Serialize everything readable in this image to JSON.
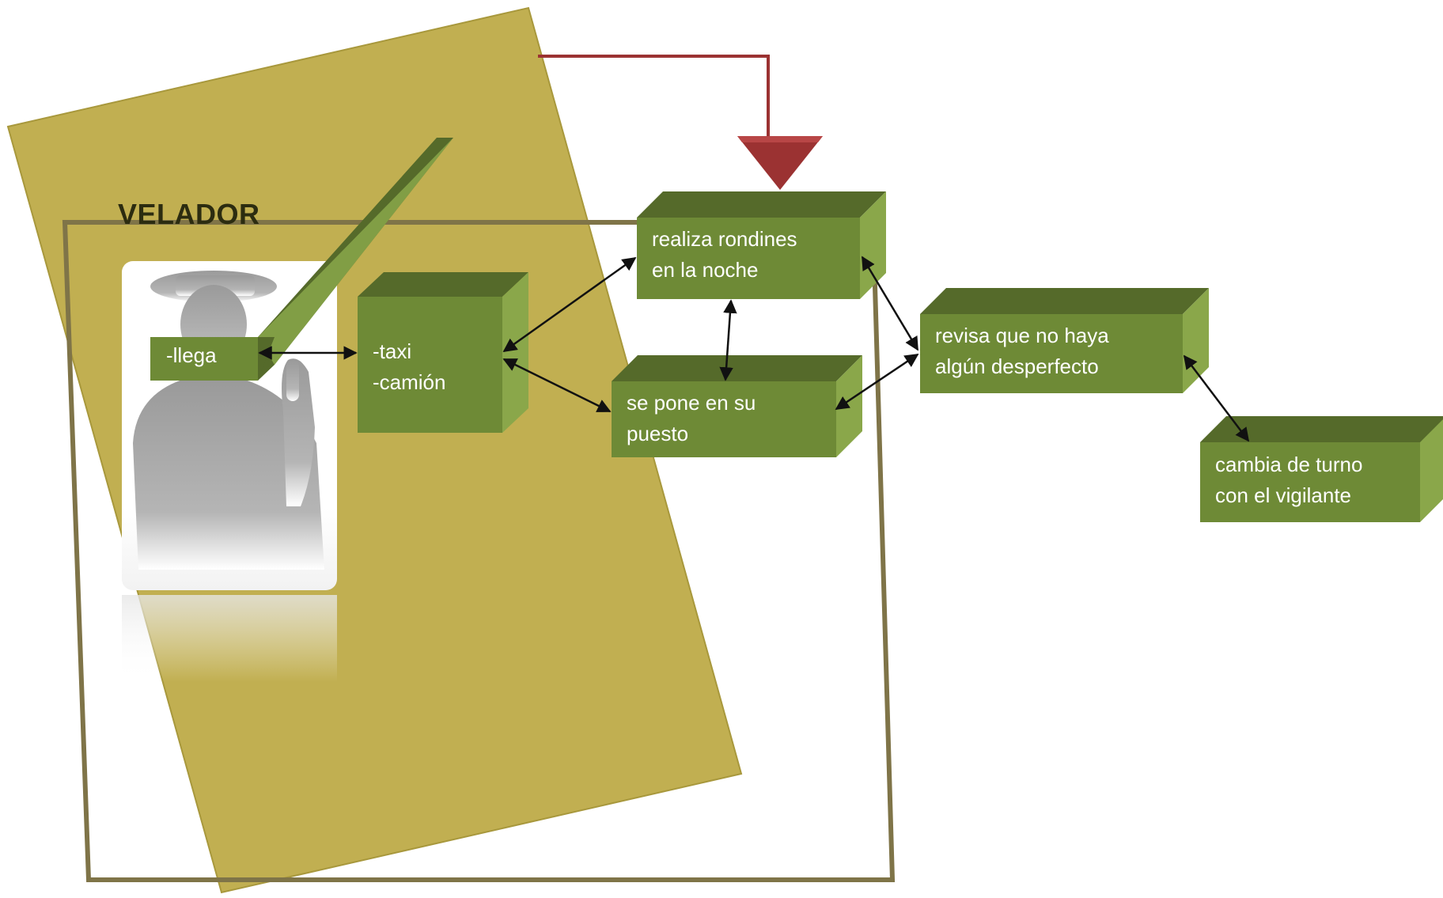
{
  "diagram": {
    "title": "VELADOR",
    "boxes": {
      "llega": "-llega",
      "transporte": "-taxi\n-camión",
      "rondines": "realiza rondines\nen la noche",
      "puesto": "se pone en su\npuesto",
      "revisa": "revisa que no haya\nalgún desperfecto",
      "turno": "cambia de turno\ncon el vigilante"
    },
    "icons": [
      "security-guard-silhouette-icon"
    ],
    "colors": {
      "panel": "#bfad4c",
      "box_front": "#6e8a36",
      "box_top": "#556a2a",
      "box_side": "#8aa74a",
      "frame": "#7f7448",
      "feedback_arrow": "#9b3232",
      "connector": "#111111"
    }
  }
}
